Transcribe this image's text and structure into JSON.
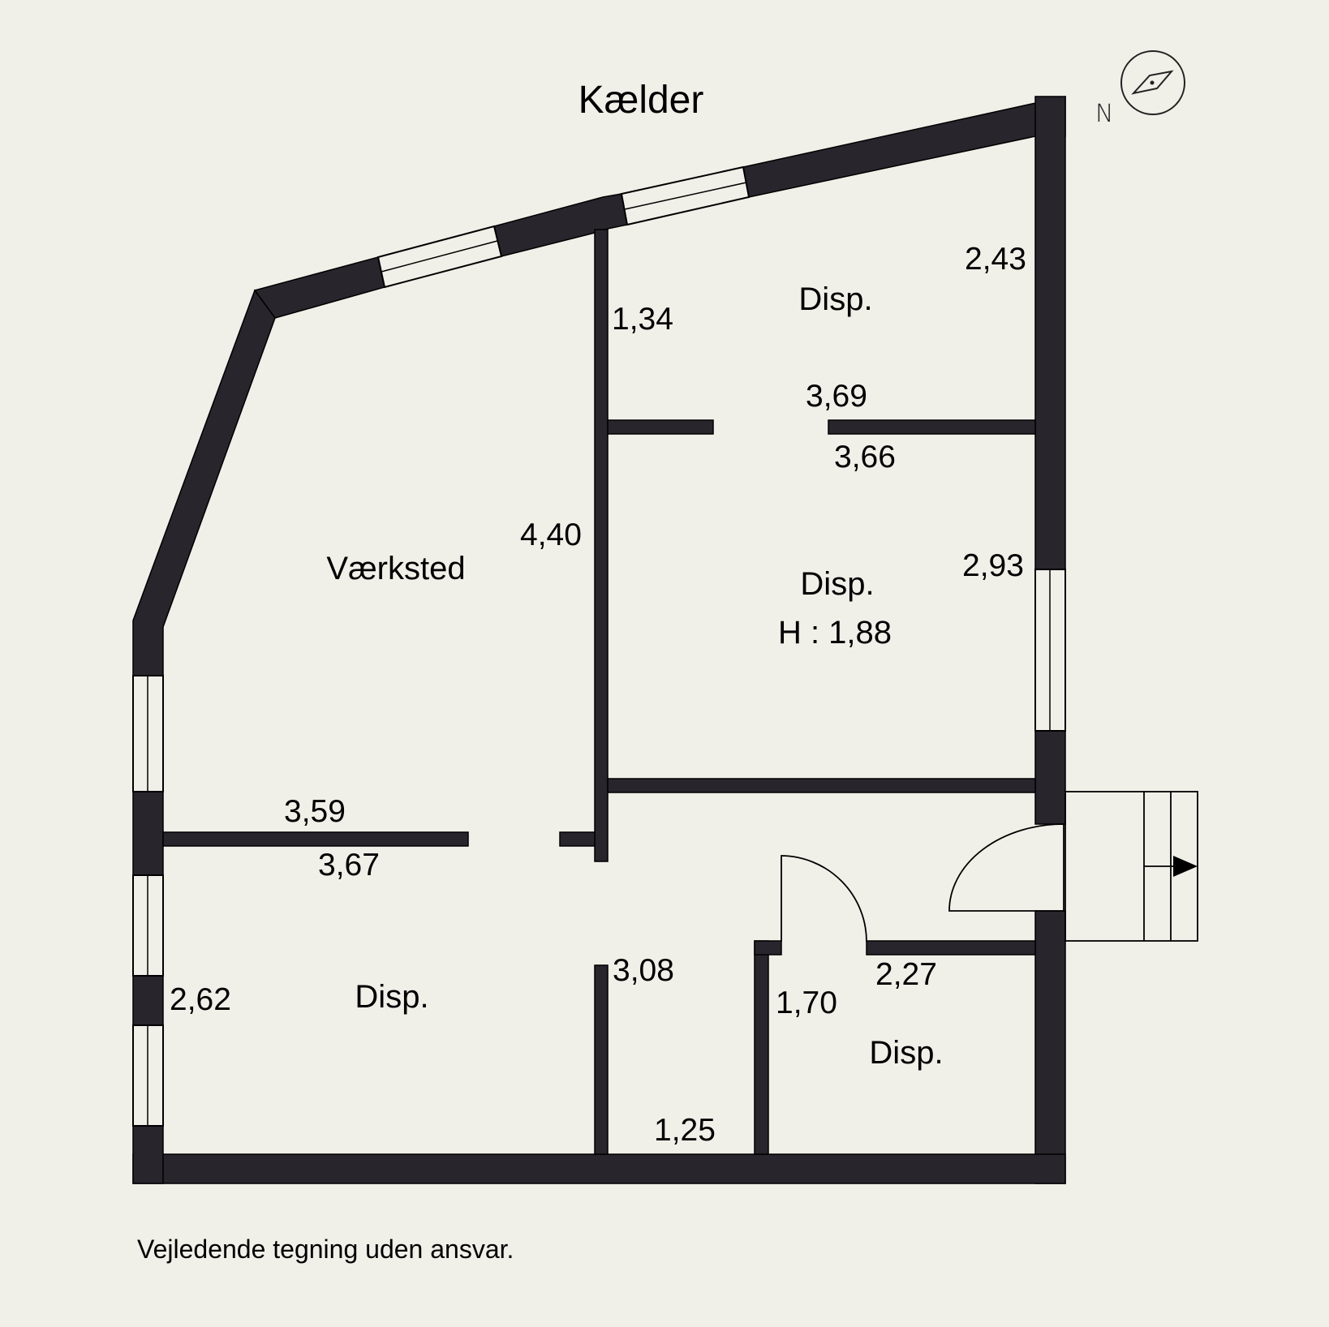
{
  "title": "Kælder",
  "compass": {
    "label": "N"
  },
  "rooms": [
    {
      "name": "Disp.",
      "sub": ""
    },
    {
      "name": "Disp.",
      "sub": "H : 1,88"
    },
    {
      "name": "Værksted",
      "sub": ""
    },
    {
      "name": "Disp.",
      "sub": ""
    },
    {
      "name": "Disp.",
      "sub": ""
    }
  ],
  "dimensions": {
    "d_2_43": "2,43",
    "d_1_34": "1,34",
    "d_3_69": "3,69",
    "d_3_66": "3,66",
    "d_4_40": "4,40",
    "d_2_93": "2,93",
    "d_3_59": "3,59",
    "d_3_67": "3,67",
    "d_3_08": "3,08",
    "d_2_27": "2,27",
    "d_2_62": "2,62",
    "d_1_70": "1,70",
    "d_1_25": "1,25"
  },
  "footer": "Vejledende tegning uden ansvar.",
  "colors": {
    "background": "#f0efe8",
    "wall": "#28252d",
    "line": "#000000"
  }
}
